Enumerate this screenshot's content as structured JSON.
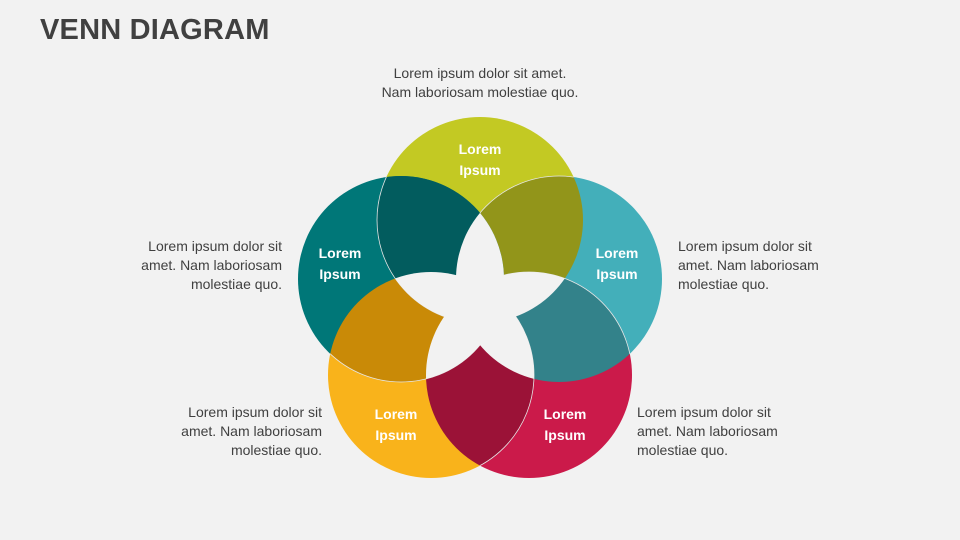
{
  "title": "VENN DIAGRAM",
  "background": "#f2f2f2",
  "descriptions": {
    "top": [
      "Lorem ipsum dolor sit amet.",
      "Nam laboriosam molestiae quo."
    ],
    "left": [
      "Lorem ipsum dolor sit",
      "amet. Nam laboriosam",
      "molestiae quo."
    ],
    "right": [
      "Lorem ipsum dolor sit",
      "amet. Nam laboriosam",
      "molestiae quo."
    ],
    "bottom_left": [
      "Lorem ipsum dolor sit",
      "amet. Nam laboriosam",
      "molestiae quo."
    ],
    "bottom_right": [
      "Lorem ipsum dolor sit",
      "amet. Nam laboriosam",
      "molestiae quo."
    ]
  },
  "sets": [
    {
      "id": "top",
      "label_line1": "Lorem",
      "label_line2": "Ipsum",
      "color": "#c3c923"
    },
    {
      "id": "right",
      "label_line1": "Lorem",
      "label_line2": "Ipsum",
      "color": "#43afba"
    },
    {
      "id": "bottom-right",
      "label_line1": "Lorem",
      "label_line2": "Ipsum",
      "color": "#cb1a4a"
    },
    {
      "id": "bottom-left",
      "label_line1": "Lorem",
      "label_line2": "Ipsum",
      "color": "#f9b31b"
    },
    {
      "id": "left",
      "label_line1": "Lorem",
      "label_line2": "Ipsum",
      "color": "#007778"
    }
  ],
  "overlaps": [
    {
      "between": [
        "top",
        "right"
      ],
      "color": "#92951a"
    },
    {
      "between": [
        "right",
        "bottom-right"
      ],
      "color": "#33828a"
    },
    {
      "between": [
        "bottom-right",
        "bottom-left"
      ],
      "color": "#9b1237"
    },
    {
      "between": [
        "bottom-left",
        "left"
      ],
      "color": "#c98a07"
    },
    {
      "between": [
        "left",
        "top"
      ],
      "color": "#025c5e"
    }
  ]
}
